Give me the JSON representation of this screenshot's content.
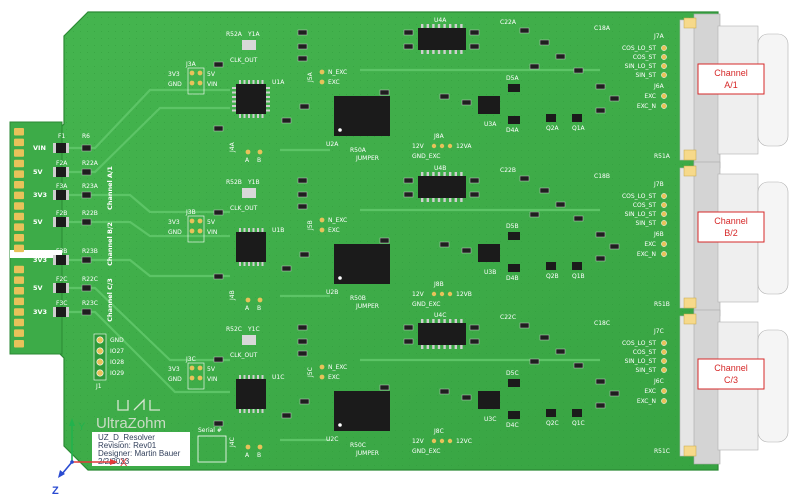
{
  "board": {
    "edge_labels": [
      "VIN",
      "5V",
      "3V3",
      "5V",
      "3V3",
      "5V",
      "3V3"
    ],
    "refs_left": [
      "F1",
      "R6",
      "F2A",
      "R22A",
      "F3A",
      "R23A",
      "F2B",
      "R22B",
      "F3B",
      "R23B",
      "F2C",
      "R22C",
      "F3C",
      "R23C"
    ],
    "channel_vertical": [
      "Channel A/1",
      "Channel B/2",
      "Channel C/3"
    ],
    "j1_pins": [
      "GND",
      "IO27",
      "IO28",
      "IO29"
    ],
    "j1_label": "J1"
  },
  "channels": [
    {
      "name": "Channel\nA/1",
      "name_l1": "Channel",
      "name_l2": "A/1",
      "suffix": "A",
      "sig_labels": [
        "COS_LO_ST",
        "COS_ST",
        "SIN_LO_ST",
        "SIN_ST"
      ],
      "exc_labels": [
        "EXC",
        "EXC_N"
      ],
      "refs": [
        "U4A",
        "U1A",
        "U2A",
        "U3A",
        "J3A",
        "J4A",
        "J5A",
        "J6A",
        "J7A",
        "J8A",
        "Y1A",
        "R52A",
        "R50A",
        "R51A",
        "C18A",
        "C22A",
        "D5A",
        "D4A",
        "Q1A",
        "Q2A"
      ],
      "small": [
        "CLK_OUT",
        "3V3",
        "GND",
        "5V",
        "VIN",
        "N_EXC",
        "EXC",
        "12V",
        "GND_EXC",
        "12VA",
        "JUMPER",
        "A",
        "B"
      ]
    },
    {
      "name": "Channel\nB/2",
      "name_l1": "Channel",
      "name_l2": "B/2",
      "suffix": "B",
      "sig_labels": [
        "COS_LO_ST",
        "COS_ST",
        "SIN_LO_ST",
        "SIN_ST"
      ],
      "exc_labels": [
        "EXC",
        "EXC_N"
      ],
      "refs": [
        "U4B",
        "U1B",
        "U2B",
        "U3B",
        "J3B",
        "J4B",
        "J5B",
        "J6B",
        "J7B",
        "J8B",
        "Y1B",
        "R52B",
        "R50B",
        "R51B",
        "C18B",
        "C22B",
        "D5B",
        "D4B",
        "Q1B",
        "Q2B"
      ],
      "small": [
        "CLK_OUT",
        "3V3",
        "GND",
        "5V",
        "VIN",
        "N_EXC",
        "EXC",
        "12V",
        "GND_EXC",
        "12VB",
        "JUMPER",
        "A",
        "B"
      ]
    },
    {
      "name": "Channel\nC/3",
      "name_l1": "Channel",
      "name_l2": "C/3",
      "suffix": "C",
      "sig_labels": [
        "COS_LO_ST",
        "COS_ST",
        "SIN_LO_ST",
        "SIN_ST"
      ],
      "exc_labels": [
        "EXC",
        "EXC_N"
      ],
      "refs": [
        "U4C",
        "U1C",
        "U2C",
        "U3C",
        "J3C",
        "J4C",
        "J5C",
        "J6C",
        "J7C",
        "J8C",
        "Y1C",
        "R52C",
        "R50C",
        "R51C",
        "C18C",
        "C22C",
        "D5C",
        "D4C",
        "Q1C",
        "Q2C"
      ],
      "small": [
        "CLK_OUT",
        "3V3",
        "GND",
        "5V",
        "VIN",
        "N_EXC",
        "EXC",
        "12V",
        "GND_EXC",
        "12VC",
        "JUMPER",
        "A",
        "B"
      ]
    }
  ],
  "logo": {
    "brand": "UltraZohm",
    "line1": "UZ_D_Resolver",
    "line2": "Revision: Rev01",
    "line3": "Designer: Martin Bauer",
    "line4": "2/2/2023"
  },
  "serial_label": "Serial #",
  "axes": {
    "y": "Y",
    "x": "X",
    "z": "Z"
  },
  "colors": {
    "pcb": "#3fae49",
    "pcb_dark": "#2f9a3a",
    "trace": "#5cc466",
    "silk": "#ffffff",
    "pad": "#e8c25a",
    "ic": "#1b1b1b",
    "connector": "#d8d8d8",
    "label_red": "#d62828"
  }
}
